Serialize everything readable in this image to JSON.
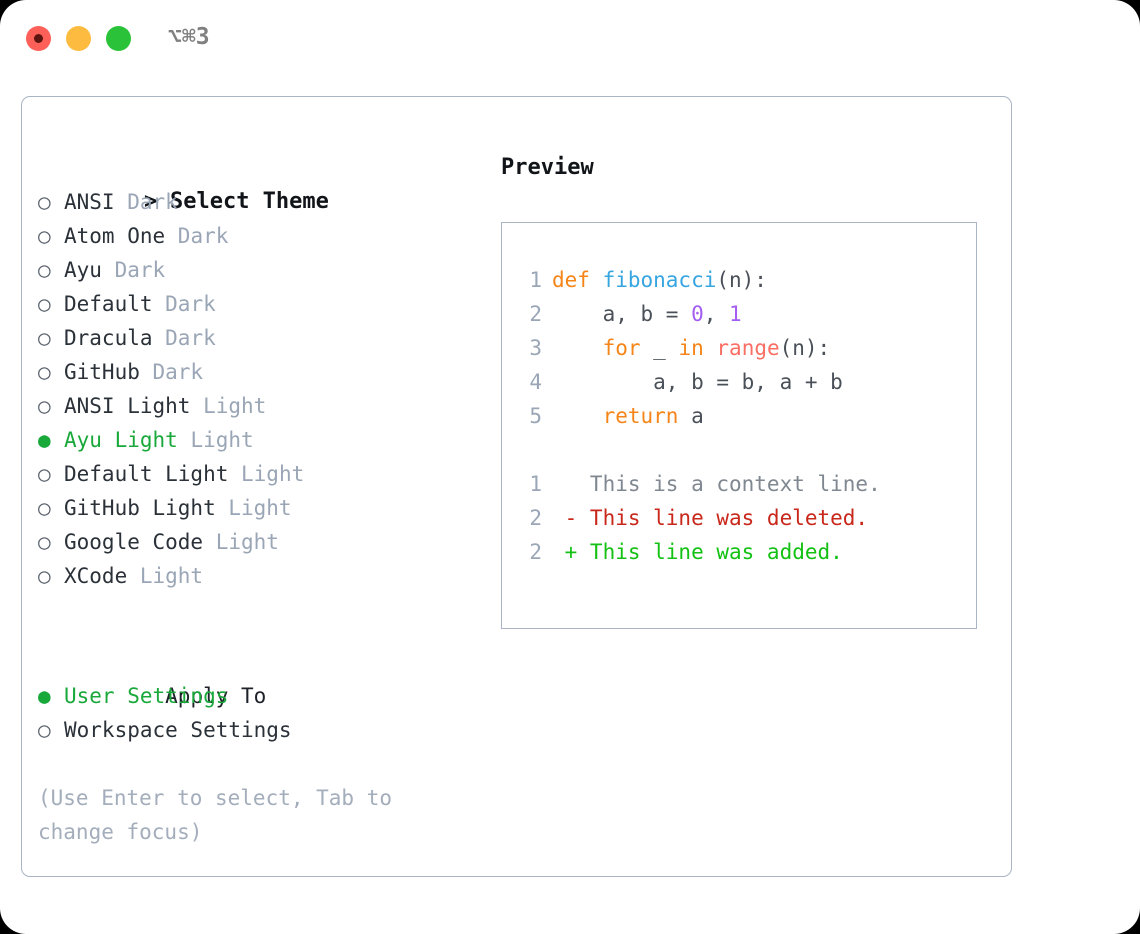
{
  "titlebar": {
    "shortcut": "⌥⌘3",
    "close_label": "close",
    "minimize_label": "minimize",
    "maximize_label": "maximize"
  },
  "theme_picker": {
    "header": "Select Theme",
    "header_marker": ">",
    "marker_selected": "●",
    "marker_unselected": "○",
    "items": [
      {
        "name": "ANSI",
        "suffix": "Dark",
        "selected": false
      },
      {
        "name": "Atom One",
        "suffix": "Dark",
        "selected": false
      },
      {
        "name": "Ayu",
        "suffix": "Dark",
        "selected": false
      },
      {
        "name": "Default",
        "suffix": "Dark",
        "selected": false
      },
      {
        "name": "Dracula",
        "suffix": "Dark",
        "selected": false
      },
      {
        "name": "GitHub",
        "suffix": "Dark",
        "selected": false
      },
      {
        "name": "ANSI Light",
        "suffix": "Light",
        "selected": false
      },
      {
        "name": "Ayu Light",
        "suffix": "Light",
        "selected": true
      },
      {
        "name": "Default Light",
        "suffix": "Light",
        "selected": false
      },
      {
        "name": "GitHub Light",
        "suffix": "Light",
        "selected": false
      },
      {
        "name": "Google Code",
        "suffix": "Light",
        "selected": false
      },
      {
        "name": "XCode",
        "suffix": "Light",
        "selected": false
      }
    ]
  },
  "apply_to": {
    "header": "Apply To",
    "items": [
      {
        "name": "User Settings",
        "selected": true
      },
      {
        "name": "Workspace Settings",
        "selected": false
      }
    ]
  },
  "hint": "(Use Enter to select, Tab to change focus)",
  "preview": {
    "title": "Preview",
    "code_lines": [
      {
        "lineno": "1",
        "tokens": [
          {
            "text": "def ",
            "kind": "kw"
          },
          {
            "text": "fibonacci",
            "kind": "fn"
          },
          {
            "text": "(n):",
            "kind": "punct"
          }
        ]
      },
      {
        "lineno": "2",
        "tokens": [
          {
            "text": "    a, b = ",
            "kind": "plain"
          },
          {
            "text": "0",
            "kind": "num"
          },
          {
            "text": ", ",
            "kind": "plain"
          },
          {
            "text": "1",
            "kind": "num"
          }
        ]
      },
      {
        "lineno": "3",
        "tokens": [
          {
            "text": "    for",
            "kind": "kw"
          },
          {
            "text": " _ ",
            "kind": "plain"
          },
          {
            "text": "in",
            "kind": "kw"
          },
          {
            "text": " ",
            "kind": "plain"
          },
          {
            "text": "range",
            "kind": "call"
          },
          {
            "text": "(n):",
            "kind": "punct"
          }
        ]
      },
      {
        "lineno": "4",
        "tokens": [
          {
            "text": "        a, b = b, a + b",
            "kind": "plain"
          }
        ]
      },
      {
        "lineno": "5",
        "tokens": [
          {
            "text": "    return",
            "kind": "kw"
          },
          {
            "text": " a",
            "kind": "plain"
          }
        ]
      }
    ],
    "diff_lines": [
      {
        "lineno": "1",
        "sign": " ",
        "text": " This is a context line.",
        "kind": "ctx"
      },
      {
        "lineno": "2",
        "sign": "-",
        "text": " This line was deleted.",
        "kind": "del"
      },
      {
        "lineno": "2",
        "sign": "+",
        "text": " This line was added.",
        "kind": "add"
      }
    ]
  },
  "colors": {
    "accent_green": "#19a83a",
    "muted": "#9aa6b6",
    "border": "#a9b4c4",
    "keyword": "#f58518",
    "function": "#36a5e0",
    "call": "#fa6e63",
    "number": "#a35df0",
    "diff_deleted": "#c8271a",
    "diff_added": "#13c113"
  }
}
